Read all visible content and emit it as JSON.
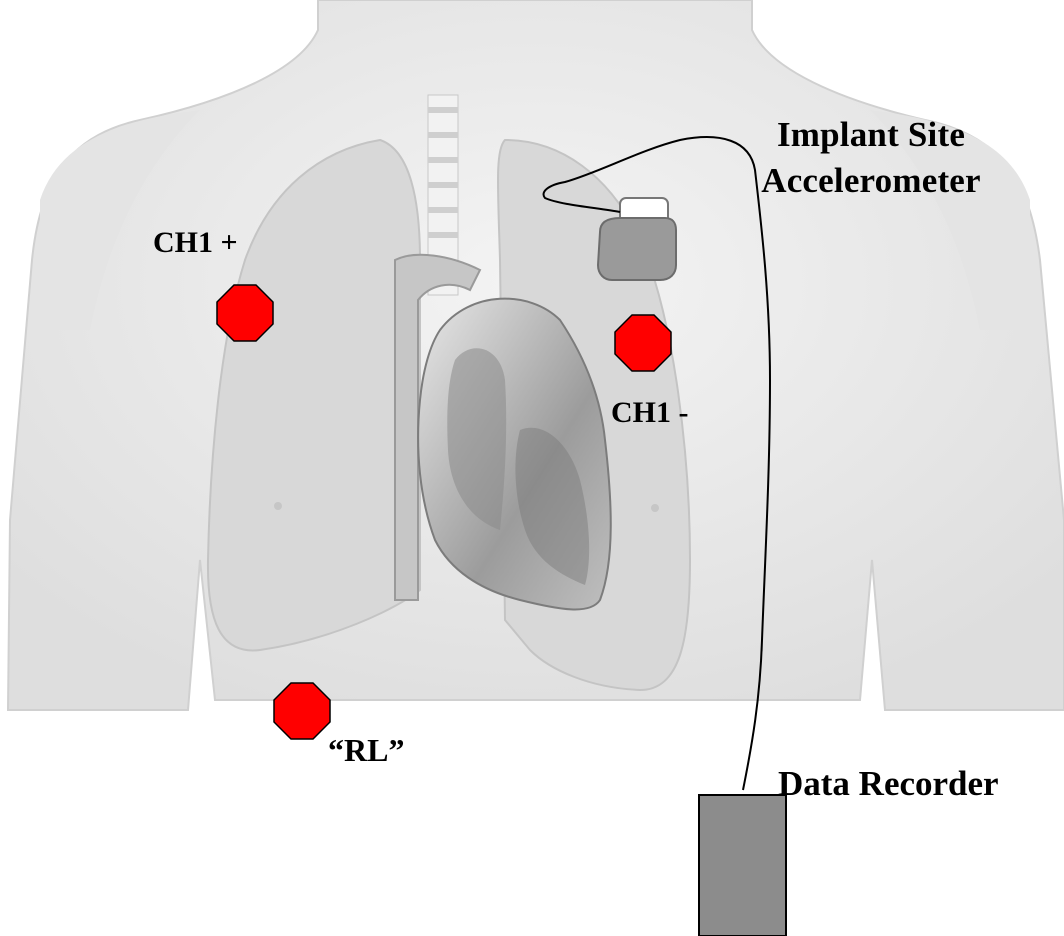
{
  "labels": {
    "implant_site_line1": "Implant Site",
    "implant_site_line2": "Accelerometer",
    "ch1_plus": "CH1 +",
    "ch1_minus": "CH1 -",
    "rl": "“RL”",
    "data_recorder": "Data Recorder"
  },
  "colors": {
    "electrode": "#ff0000",
    "electrode_outline": "#000000",
    "device": "#8a8a8a",
    "body": "#ececec",
    "lung": "#d6d6d6",
    "heart": "#bdbdbd"
  },
  "icons": {
    "electrode": "red-octagon-electrode",
    "implant": "pacemaker-device",
    "recorder": "recorder-box"
  }
}
